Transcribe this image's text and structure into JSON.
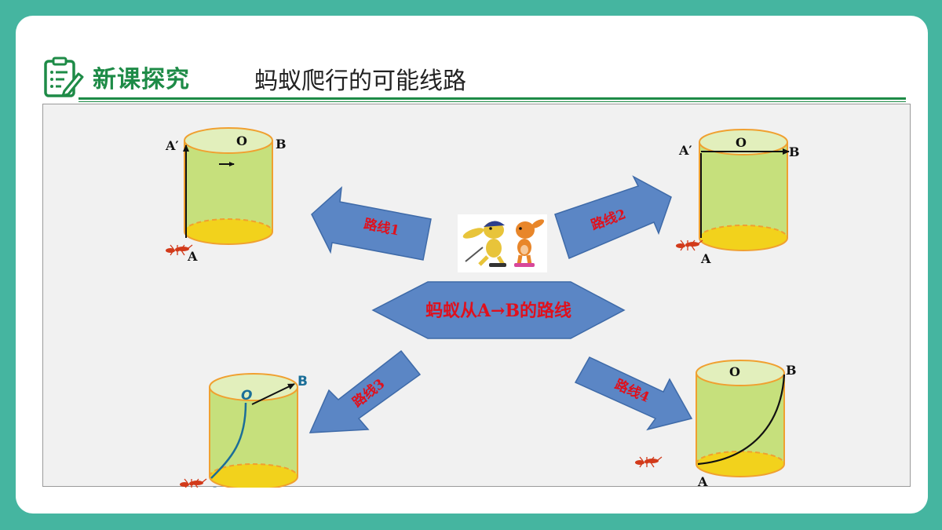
{
  "header": {
    "title": "新课探究",
    "subtitle": "蚂蚁爬行的可能线路"
  },
  "center": {
    "label": "蚂蚁从A→B的路线"
  },
  "routes": [
    {
      "label": "路线1"
    },
    {
      "label": "路线2"
    },
    {
      "label": "路线3"
    },
    {
      "label": "路线4"
    }
  ],
  "cylinder1": {
    "top_left": "A′",
    "center": "O",
    "top_right": "B",
    "bottom": "A"
  },
  "cylinder2": {
    "top_left": "A′",
    "center": "O",
    "top_right": "B",
    "bottom": "A"
  },
  "cylinder3": {
    "center": "O",
    "top_right": "B",
    "bottom": "A"
  },
  "cylinder4": {
    "center": "O",
    "top_right": "B",
    "bottom": "A"
  },
  "colors": {
    "teal_frame": "#45B5A0",
    "header_green": "#1E8B47",
    "arrow_blue": "#5B86C5",
    "route_red": "#E0101C",
    "cylinder_body": "#C6E07C",
    "cylinder_base": "#F2D21C",
    "cylinder_edge": "#F0A030"
  }
}
